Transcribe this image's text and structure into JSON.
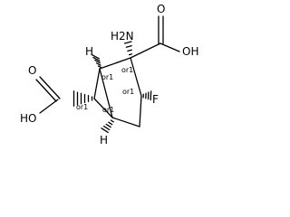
{
  "molecule": {
    "atoms": {
      "amino": "H2N",
      "carboxyl_right_oh": "OH",
      "carboxyl_right_o": "O",
      "carboxyl_left_oh": "HO",
      "carboxyl_left_o": "O",
      "fluorine": "F",
      "hydrogen_top": "H",
      "hydrogen_bottom": "H"
    },
    "stereo_labels": {
      "c2": "or1",
      "c1": "or1",
      "c6": "or1",
      "c5": "or1",
      "c3": "or1"
    }
  },
  "colors": {
    "ink": "#000000",
    "background": "#ffffff"
  }
}
